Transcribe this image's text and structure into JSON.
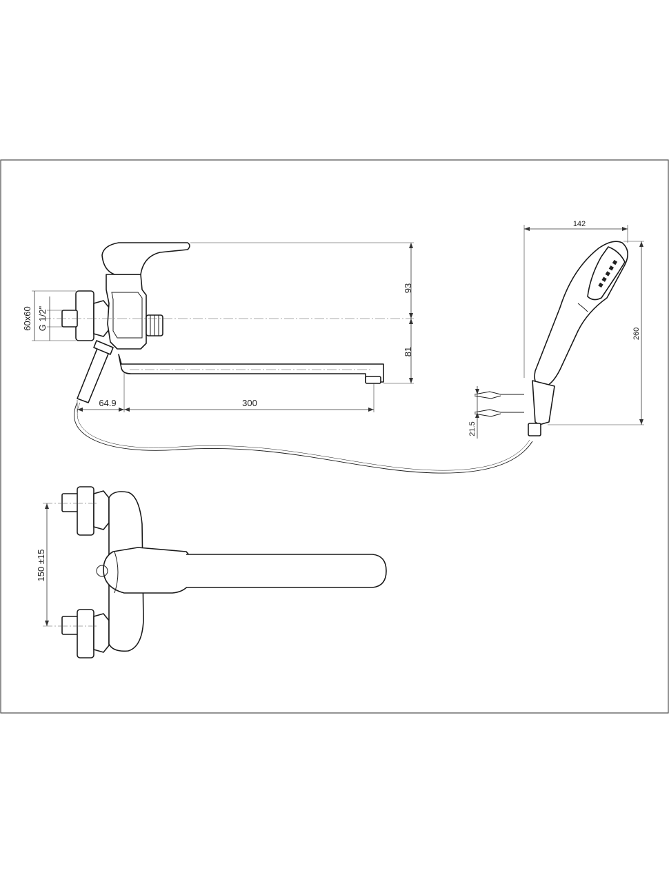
{
  "dimensions": {
    "connection_plate": "60x60",
    "thread": "G 1/2\"",
    "height_upper": "93",
    "height_lower": "81",
    "offset": "64.9",
    "spout_length": "300",
    "handshower_width": "142",
    "handshower_length": "260",
    "holder_screw_spacing": "21.5",
    "inlet_spacing": "150 ±15"
  }
}
